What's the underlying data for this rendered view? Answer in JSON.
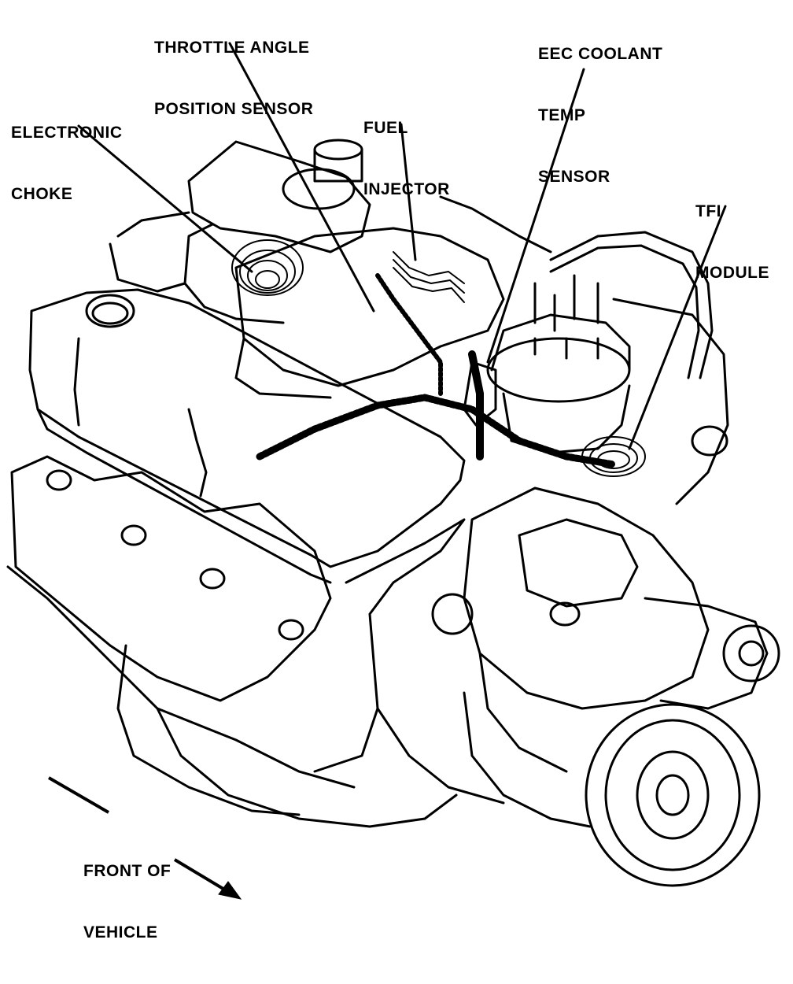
{
  "diagram": {
    "callouts": {
      "throttle": {
        "line1": "THROTTLE ANGLE",
        "line2": "POSITION SENSOR"
      },
      "eec": {
        "line1": "EEC COOLANT",
        "line2": "TEMP",
        "line3": "SENSOR"
      },
      "fuel": {
        "line1": "FUEL",
        "line2": "INJECTOR"
      },
      "choke": {
        "line1": "ELECTRONIC",
        "line2": "CHOKE"
      },
      "tfi": {
        "line1": "TFI",
        "line2": "MODULE"
      }
    },
    "orientation": {
      "line1": "FRONT OF",
      "line2": "VEHICLE"
    },
    "colors": {
      "ink": "#000000",
      "paper": "#ffffff"
    }
  }
}
